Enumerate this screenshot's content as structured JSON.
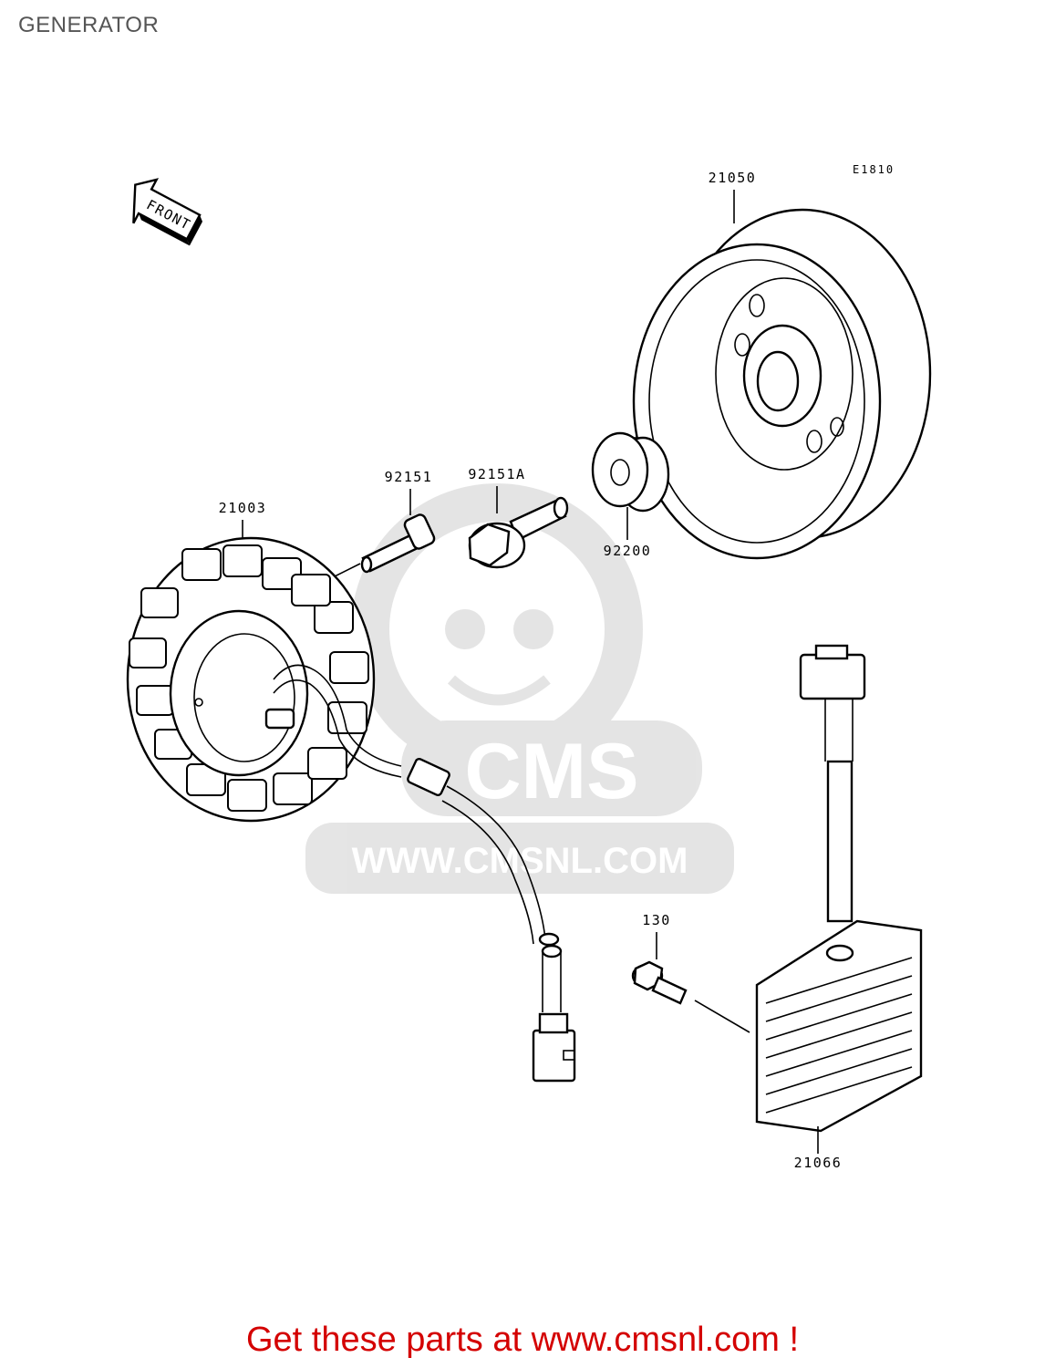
{
  "page": {
    "title": "GENERATOR",
    "diagram_code": "E1810"
  },
  "front_arrow": {
    "label": "FRONT"
  },
  "parts": [
    {
      "number": "21050"
    },
    {
      "number": "21003"
    },
    {
      "number": "92151"
    },
    {
      "number": "92151A"
    },
    {
      "number": "92200"
    },
    {
      "number": "130"
    },
    {
      "number": "21066"
    }
  ],
  "watermark": {
    "brand": "CMS",
    "url": "WWW.CMSNL.COM"
  },
  "promo": {
    "text": "Get these parts at www.cmsnl.com !",
    "color": "#d40000"
  }
}
